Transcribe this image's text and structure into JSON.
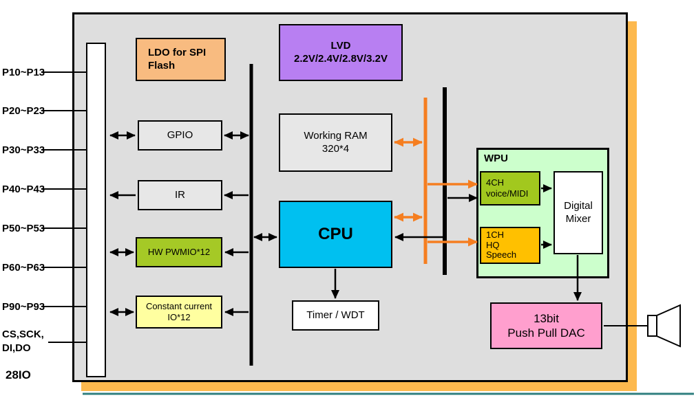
{
  "diagram": {
    "title_hint": "SoC block diagram",
    "pins": [
      {
        "label": "P10~P13"
      },
      {
        "label": "P20~P23"
      },
      {
        "label": "P30~P33"
      },
      {
        "label": "P40~P43"
      },
      {
        "label": "P50~P53"
      },
      {
        "label": "P60~P63"
      },
      {
        "label": "P90~P93"
      },
      {
        "label": "CS,SCK,\nDI,DO"
      }
    ],
    "io_total": "28IO",
    "blocks": {
      "ldo": "LDO for SPI\nFlash",
      "lvd": "LVD\n2.2V/2.4V/2.8V/3.2V",
      "gpio": "GPIO",
      "ir": "IR",
      "pwm": "HW PWMIO*12",
      "constant_current": "Constant current\nIO*12",
      "ram": "Working RAM\n320*4",
      "cpu": "CPU",
      "timer": "Timer / WDT",
      "wpu": "WPU",
      "voice": "4CH\nvoice/MIDI",
      "speech": "1CH\nHQ\nSpeech",
      "mixer": "Digital\nMixer",
      "dac": "13bit\nPush Pull DAC"
    },
    "colors": {
      "board": "#dedede",
      "block_gray": "#e7e7e7",
      "white": "#ffffff",
      "ldo": "#f8bb80",
      "lvd": "#b87ff2",
      "pwm": "#a5c926",
      "constant_current": "#ffffa0",
      "cpu": "#00c0f0",
      "wpu": "#ccffcc",
      "voice": "#a2c81e",
      "speech": "#ffc000",
      "dac": "#ff9fce",
      "bus_orange": "#f57e20",
      "bus_black": "#000000",
      "shadow": "#fdb94e",
      "bottom_rule": "#2f7f7f"
    }
  }
}
